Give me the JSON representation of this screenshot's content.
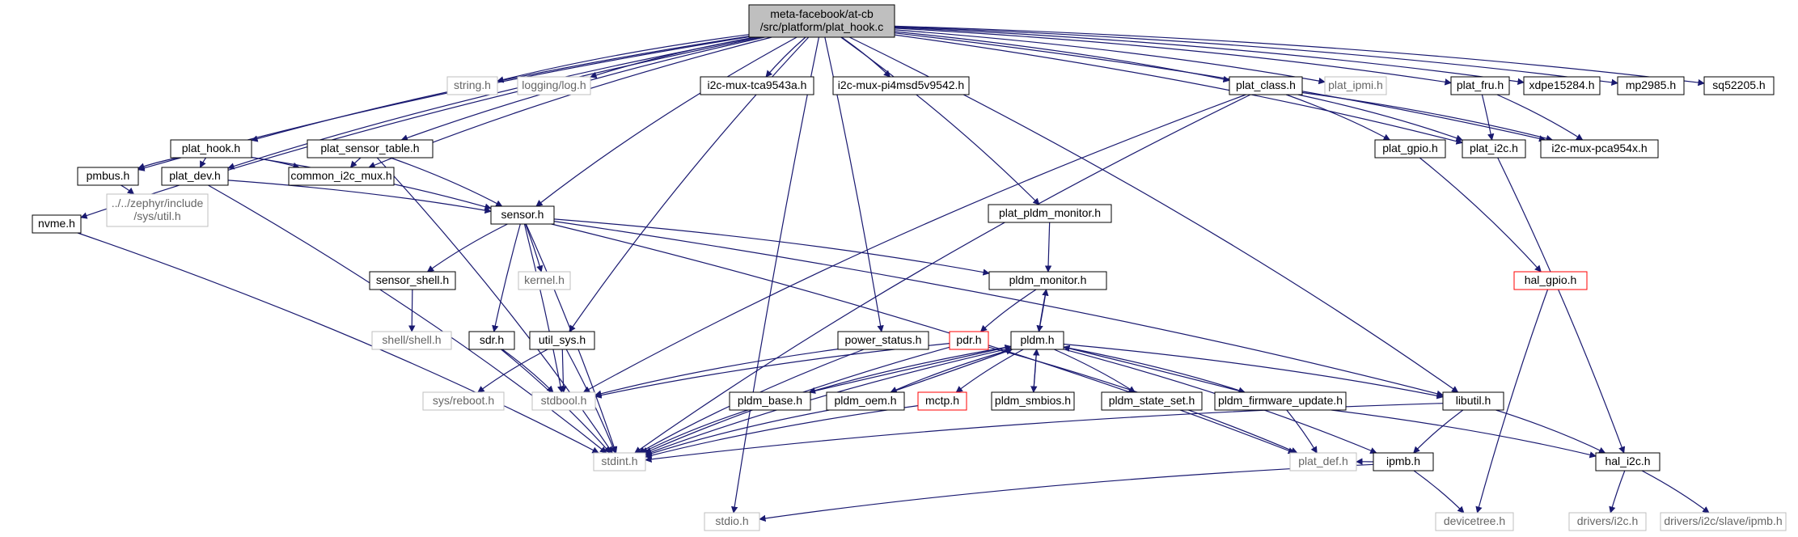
{
  "nodes": [
    {
      "id": "root",
      "lines": [
        "meta-facebook/at-cb",
        "/src/platform/plat_hook.c"
      ],
      "style": "root"
    },
    {
      "id": "nvme",
      "lines": [
        "nvme.h"
      ],
      "style": "normal"
    },
    {
      "id": "pmbus",
      "lines": [
        "pmbus.h"
      ],
      "style": "normal"
    },
    {
      "id": "plat_hook",
      "lines": [
        "plat_hook.h"
      ],
      "style": "normal"
    },
    {
      "id": "plat_dev",
      "lines": [
        "plat_dev.h"
      ],
      "style": "normal"
    },
    {
      "id": "zephyr_util",
      "lines": [
        "../../zephyr/include",
        "/sys/util.h"
      ],
      "style": "external"
    },
    {
      "id": "plat_sensor_table",
      "lines": [
        "plat_sensor_table.h"
      ],
      "style": "normal"
    },
    {
      "id": "common_i2c_mux",
      "lines": [
        "common_i2c_mux.h"
      ],
      "style": "normal"
    },
    {
      "id": "string",
      "lines": [
        "string.h"
      ],
      "style": "external"
    },
    {
      "id": "logging",
      "lines": [
        "logging/log.h"
      ],
      "style": "external"
    },
    {
      "id": "i2c_tca",
      "lines": [
        "i2c-mux-tca9543a.h"
      ],
      "style": "normal"
    },
    {
      "id": "i2c_pi4",
      "lines": [
        "i2c-mux-pi4msd5v9542.h"
      ],
      "style": "normal"
    },
    {
      "id": "plat_class",
      "lines": [
        "plat_class.h"
      ],
      "style": "normal"
    },
    {
      "id": "plat_ipmi",
      "lines": [
        "plat_ipmi.h"
      ],
      "style": "external"
    },
    {
      "id": "plat_fru",
      "lines": [
        "plat_fru.h"
      ],
      "style": "normal"
    },
    {
      "id": "xdpe",
      "lines": [
        "xdpe15284.h"
      ],
      "style": "normal"
    },
    {
      "id": "mp2985",
      "lines": [
        "mp2985.h"
      ],
      "style": "normal"
    },
    {
      "id": "sq52205",
      "lines": [
        "sq52205.h"
      ],
      "style": "normal"
    },
    {
      "id": "plat_gpio",
      "lines": [
        "plat_gpio.h"
      ],
      "style": "normal"
    },
    {
      "id": "plat_i2c",
      "lines": [
        "plat_i2c.h"
      ],
      "style": "normal"
    },
    {
      "id": "i2c_pca",
      "lines": [
        "i2c-mux-pca954x.h"
      ],
      "style": "normal"
    },
    {
      "id": "sensor",
      "lines": [
        "sensor.h"
      ],
      "style": "normal"
    },
    {
      "id": "plat_pldm_monitor",
      "lines": [
        "plat_pldm_monitor.h"
      ],
      "style": "normal"
    },
    {
      "id": "sensor_shell",
      "lines": [
        "sensor_shell.h"
      ],
      "style": "normal"
    },
    {
      "id": "kernel",
      "lines": [
        "kernel.h"
      ],
      "style": "external"
    },
    {
      "id": "pldm_monitor",
      "lines": [
        "pldm_monitor.h"
      ],
      "style": "normal"
    },
    {
      "id": "hal_gpio",
      "lines": [
        "hal_gpio.h"
      ],
      "style": "red"
    },
    {
      "id": "shell",
      "lines": [
        "shell/shell.h"
      ],
      "style": "external"
    },
    {
      "id": "sdr",
      "lines": [
        "sdr.h"
      ],
      "style": "normal"
    },
    {
      "id": "util_sys",
      "lines": [
        "util_sys.h"
      ],
      "style": "normal"
    },
    {
      "id": "power_status",
      "lines": [
        "power_status.h"
      ],
      "style": "normal"
    },
    {
      "id": "pdr",
      "lines": [
        "pdr.h"
      ],
      "style": "red"
    },
    {
      "id": "pldm",
      "lines": [
        "pldm.h"
      ],
      "style": "normal"
    },
    {
      "id": "sys_reboot",
      "lines": [
        "sys/reboot.h"
      ],
      "style": "external"
    },
    {
      "id": "stdbool",
      "lines": [
        "stdbool.h"
      ],
      "style": "external"
    },
    {
      "id": "pldm_base",
      "lines": [
        "pldm_base.h"
      ],
      "style": "normal"
    },
    {
      "id": "pldm_oem",
      "lines": [
        "pldm_oem.h"
      ],
      "style": "normal"
    },
    {
      "id": "mctp",
      "lines": [
        "mctp.h"
      ],
      "style": "red"
    },
    {
      "id": "pldm_smbios",
      "lines": [
        "pldm_smbios.h"
      ],
      "style": "normal"
    },
    {
      "id": "pldm_state_set",
      "lines": [
        "pldm_state_set.h"
      ],
      "style": "normal"
    },
    {
      "id": "pldm_fw",
      "lines": [
        "pldm_firmware_update.h"
      ],
      "style": "normal"
    },
    {
      "id": "libutil",
      "lines": [
        "libutil.h"
      ],
      "style": "normal"
    },
    {
      "id": "stdint",
      "lines": [
        "stdint.h"
      ],
      "style": "external"
    },
    {
      "id": "plat_def",
      "lines": [
        "plat_def.h"
      ],
      "style": "external"
    },
    {
      "id": "ipmb",
      "lines": [
        "ipmb.h"
      ],
      "style": "normal"
    },
    {
      "id": "hal_i2c",
      "lines": [
        "hal_i2c.h"
      ],
      "style": "normal"
    },
    {
      "id": "stdio",
      "lines": [
        "stdio.h"
      ],
      "style": "external"
    },
    {
      "id": "devicetree",
      "lines": [
        "devicetree.h"
      ],
      "style": "external"
    },
    {
      "id": "drivers_i2c",
      "lines": [
        "drivers/i2c.h"
      ],
      "style": "external"
    },
    {
      "id": "drivers_ipmb",
      "lines": [
        "drivers/i2c/slave/ipmb.h"
      ],
      "style": "external"
    }
  ],
  "edges": [
    [
      "root",
      "nvme"
    ],
    [
      "root",
      "pmbus"
    ],
    [
      "root",
      "plat_hook"
    ],
    [
      "root",
      "plat_dev"
    ],
    [
      "root",
      "plat_sensor_table"
    ],
    [
      "root",
      "common_i2c_mux"
    ],
    [
      "root",
      "string"
    ],
    [
      "root",
      "logging"
    ],
    [
      "root",
      "i2c_tca"
    ],
    [
      "root",
      "i2c_pi4"
    ],
    [
      "root",
      "plat_class"
    ],
    [
      "root",
      "plat_ipmi"
    ],
    [
      "root",
      "plat_fru"
    ],
    [
      "root",
      "xdpe"
    ],
    [
      "root",
      "mp2985"
    ],
    [
      "root",
      "sq52205"
    ],
    [
      "root",
      "plat_i2c"
    ],
    [
      "root",
      "i2c_pca"
    ],
    [
      "root",
      "sensor"
    ],
    [
      "root",
      "plat_pldm_monitor"
    ],
    [
      "root",
      "util_sys"
    ],
    [
      "root",
      "power_status"
    ],
    [
      "root",
      "libutil"
    ],
    [
      "root",
      "stdio"
    ],
    [
      "plat_hook",
      "pmbus"
    ],
    [
      "plat_hook",
      "plat_dev"
    ],
    [
      "plat_hook",
      "common_i2c_mux"
    ],
    [
      "plat_hook",
      "sensor"
    ],
    [
      "pmbus",
      "zephyr_util"
    ],
    [
      "plat_dev",
      "sensor"
    ],
    [
      "plat_dev",
      "stdint"
    ],
    [
      "plat_sensor_table",
      "common_i2c_mux"
    ],
    [
      "plat_sensor_table",
      "sensor"
    ],
    [
      "plat_sensor_table",
      "stdint"
    ],
    [
      "nvme",
      "stdint"
    ],
    [
      "plat_class",
      "plat_gpio"
    ],
    [
      "plat_class",
      "plat_i2c"
    ],
    [
      "plat_class",
      "i2c_pca"
    ],
    [
      "plat_class",
      "stdbool"
    ],
    [
      "plat_class",
      "stdint"
    ],
    [
      "plat_fru",
      "plat_i2c"
    ],
    [
      "plat_fru",
      "i2c_pca"
    ],
    [
      "plat_gpio",
      "hal_gpio"
    ],
    [
      "plat_i2c",
      "hal_i2c"
    ],
    [
      "hal_gpio",
      "devicetree"
    ],
    [
      "sensor",
      "sensor_shell"
    ],
    [
      "sensor",
      "kernel"
    ],
    [
      "sensor",
      "sdr"
    ],
    [
      "sensor",
      "stdbool"
    ],
    [
      "sensor",
      "stdint"
    ],
    [
      "sensor",
      "pldm_monitor"
    ],
    [
      "sensor",
      "plat_def"
    ],
    [
      "sensor",
      "libutil"
    ],
    [
      "sensor_shell",
      "shell"
    ],
    [
      "plat_pldm_monitor",
      "pldm_monitor"
    ],
    [
      "pldm_monitor",
      "pdr"
    ],
    [
      "pldm_monitor",
      "pldm"
    ],
    [
      "pdr",
      "stdbool"
    ],
    [
      "pdr",
      "stdint"
    ],
    [
      "pdr",
      "plat_def"
    ],
    [
      "pldm",
      "pldm_monitor"
    ],
    [
      "pldm",
      "pldm_base"
    ],
    [
      "pldm",
      "pldm_oem"
    ],
    [
      "pldm",
      "mctp"
    ],
    [
      "pldm",
      "pldm_smbios"
    ],
    [
      "pldm",
      "pldm_state_set"
    ],
    [
      "pldm",
      "pldm_fw"
    ],
    [
      "pldm",
      "ipmb"
    ],
    [
      "pldm",
      "stdint"
    ],
    [
      "pldm",
      "libutil"
    ],
    [
      "pldm_base",
      "pldm"
    ],
    [
      "pldm_base",
      "stdint"
    ],
    [
      "pldm_oem",
      "pldm"
    ],
    [
      "pldm_oem",
      "stdint"
    ],
    [
      "mctp",
      "stdint"
    ],
    [
      "pldm_smbios",
      "pldm"
    ],
    [
      "pldm_fw",
      "pldm"
    ],
    [
      "pldm_fw",
      "plat_def"
    ],
    [
      "pldm_fw",
      "hal_i2c"
    ],
    [
      "libutil",
      "stdint"
    ],
    [
      "libutil",
      "ipmb"
    ],
    [
      "libutil",
      "hal_i2c"
    ],
    [
      "sdr",
      "stdbool"
    ],
    [
      "sdr",
      "stdint"
    ],
    [
      "util_sys",
      "stdbool"
    ],
    [
      "util_sys",
      "sys_reboot"
    ],
    [
      "util_sys",
      "stdint"
    ],
    [
      "power_status",
      "stdbool"
    ],
    [
      "power_status",
      "stdint"
    ],
    [
      "ipmb",
      "plat_def"
    ],
    [
      "ipmb",
      "devicetree"
    ],
    [
      "ipmb",
      "stdio"
    ],
    [
      "hal_i2c",
      "drivers_i2c"
    ],
    [
      "hal_i2c",
      "drivers_ipmb"
    ]
  ],
  "colors": {
    "edge": "#191970",
    "normal_border": "#000000",
    "external_border": "#bfbfbf",
    "red_border": "#ff0000",
    "root_fill": "#bfbfbf",
    "text": "#000000",
    "external_text": "#666666"
  }
}
